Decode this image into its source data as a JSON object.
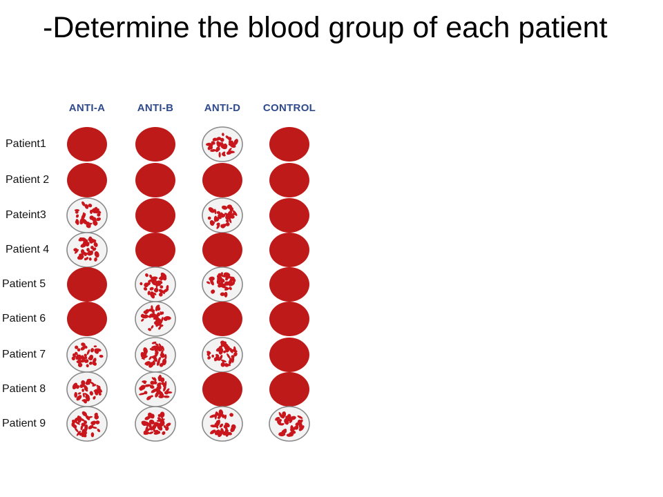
{
  "title": "-Determine the blood group of each patient",
  "colors": {
    "header": "#2e4a8c",
    "solid_fill": "#be1a1a",
    "agglutinate": "#c8161c",
    "well_border": "#888888",
    "well_bg": "#f3f3f3"
  },
  "columns": [
    "ANTI-A",
    "ANTI-B",
    "ANTI-D",
    "CONTROL"
  ],
  "patients": [
    {
      "label": "Patient1",
      "results": [
        "solid",
        "solid",
        "agglutinated",
        "solid"
      ]
    },
    {
      "label": "Patient 2",
      "results": [
        "solid",
        "solid",
        "solid",
        "solid"
      ]
    },
    {
      "label": "Pateint3",
      "results": [
        "agglutinated",
        "solid",
        "agglutinated",
        "solid"
      ]
    },
    {
      "label": "Patient 4",
      "results": [
        "agglutinated",
        "solid",
        "solid",
        "solid"
      ]
    },
    {
      "label": "Patient 5",
      "results": [
        "solid",
        "agglutinated",
        "agglutinated",
        "solid"
      ]
    },
    {
      "label": "Patient 6",
      "results": [
        "solid",
        "agglutinated",
        "solid",
        "solid"
      ]
    },
    {
      "label": "Patient 7",
      "results": [
        "agglutinated",
        "agglutinated",
        "agglutinated",
        "solid"
      ]
    },
    {
      "label": "Patient 8",
      "results": [
        "agglutinated",
        "agglutinated",
        "solid",
        "solid"
      ]
    },
    {
      "label": "Patient 9",
      "results": [
        "agglutinated",
        "agglutinated",
        "agglutinated",
        "agglutinated"
      ]
    }
  ]
}
